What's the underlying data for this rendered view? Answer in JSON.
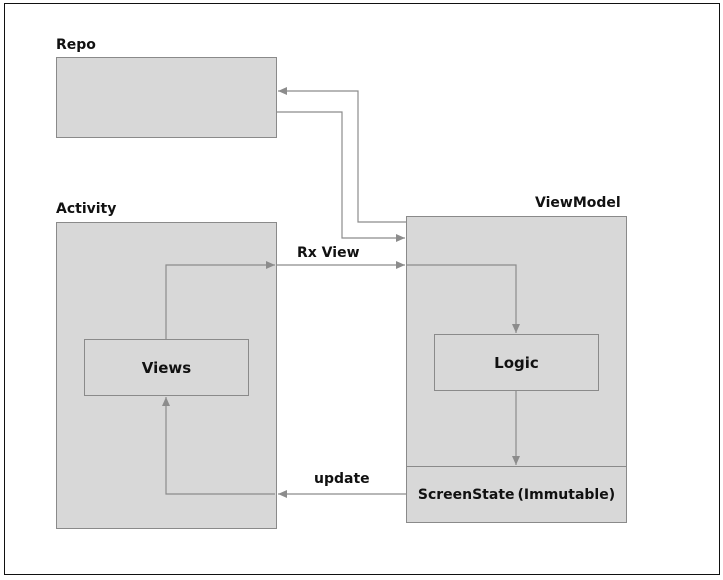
{
  "diagram": {
    "repo_label": "Repo",
    "activity_label": "Activity",
    "viewmodel_label": "ViewModel",
    "views_label": "Views",
    "logic_label": "Logic",
    "screenstate_label": "ScreenState",
    "screenstate_note": "(Immutable)",
    "rx_view_label": "Rx View",
    "update_label": "update"
  },
  "colors": {
    "box_fill": "#d8d8d8",
    "box_border": "#8a8a8a",
    "arrow": "#8c8c8c",
    "text": "#111111"
  }
}
